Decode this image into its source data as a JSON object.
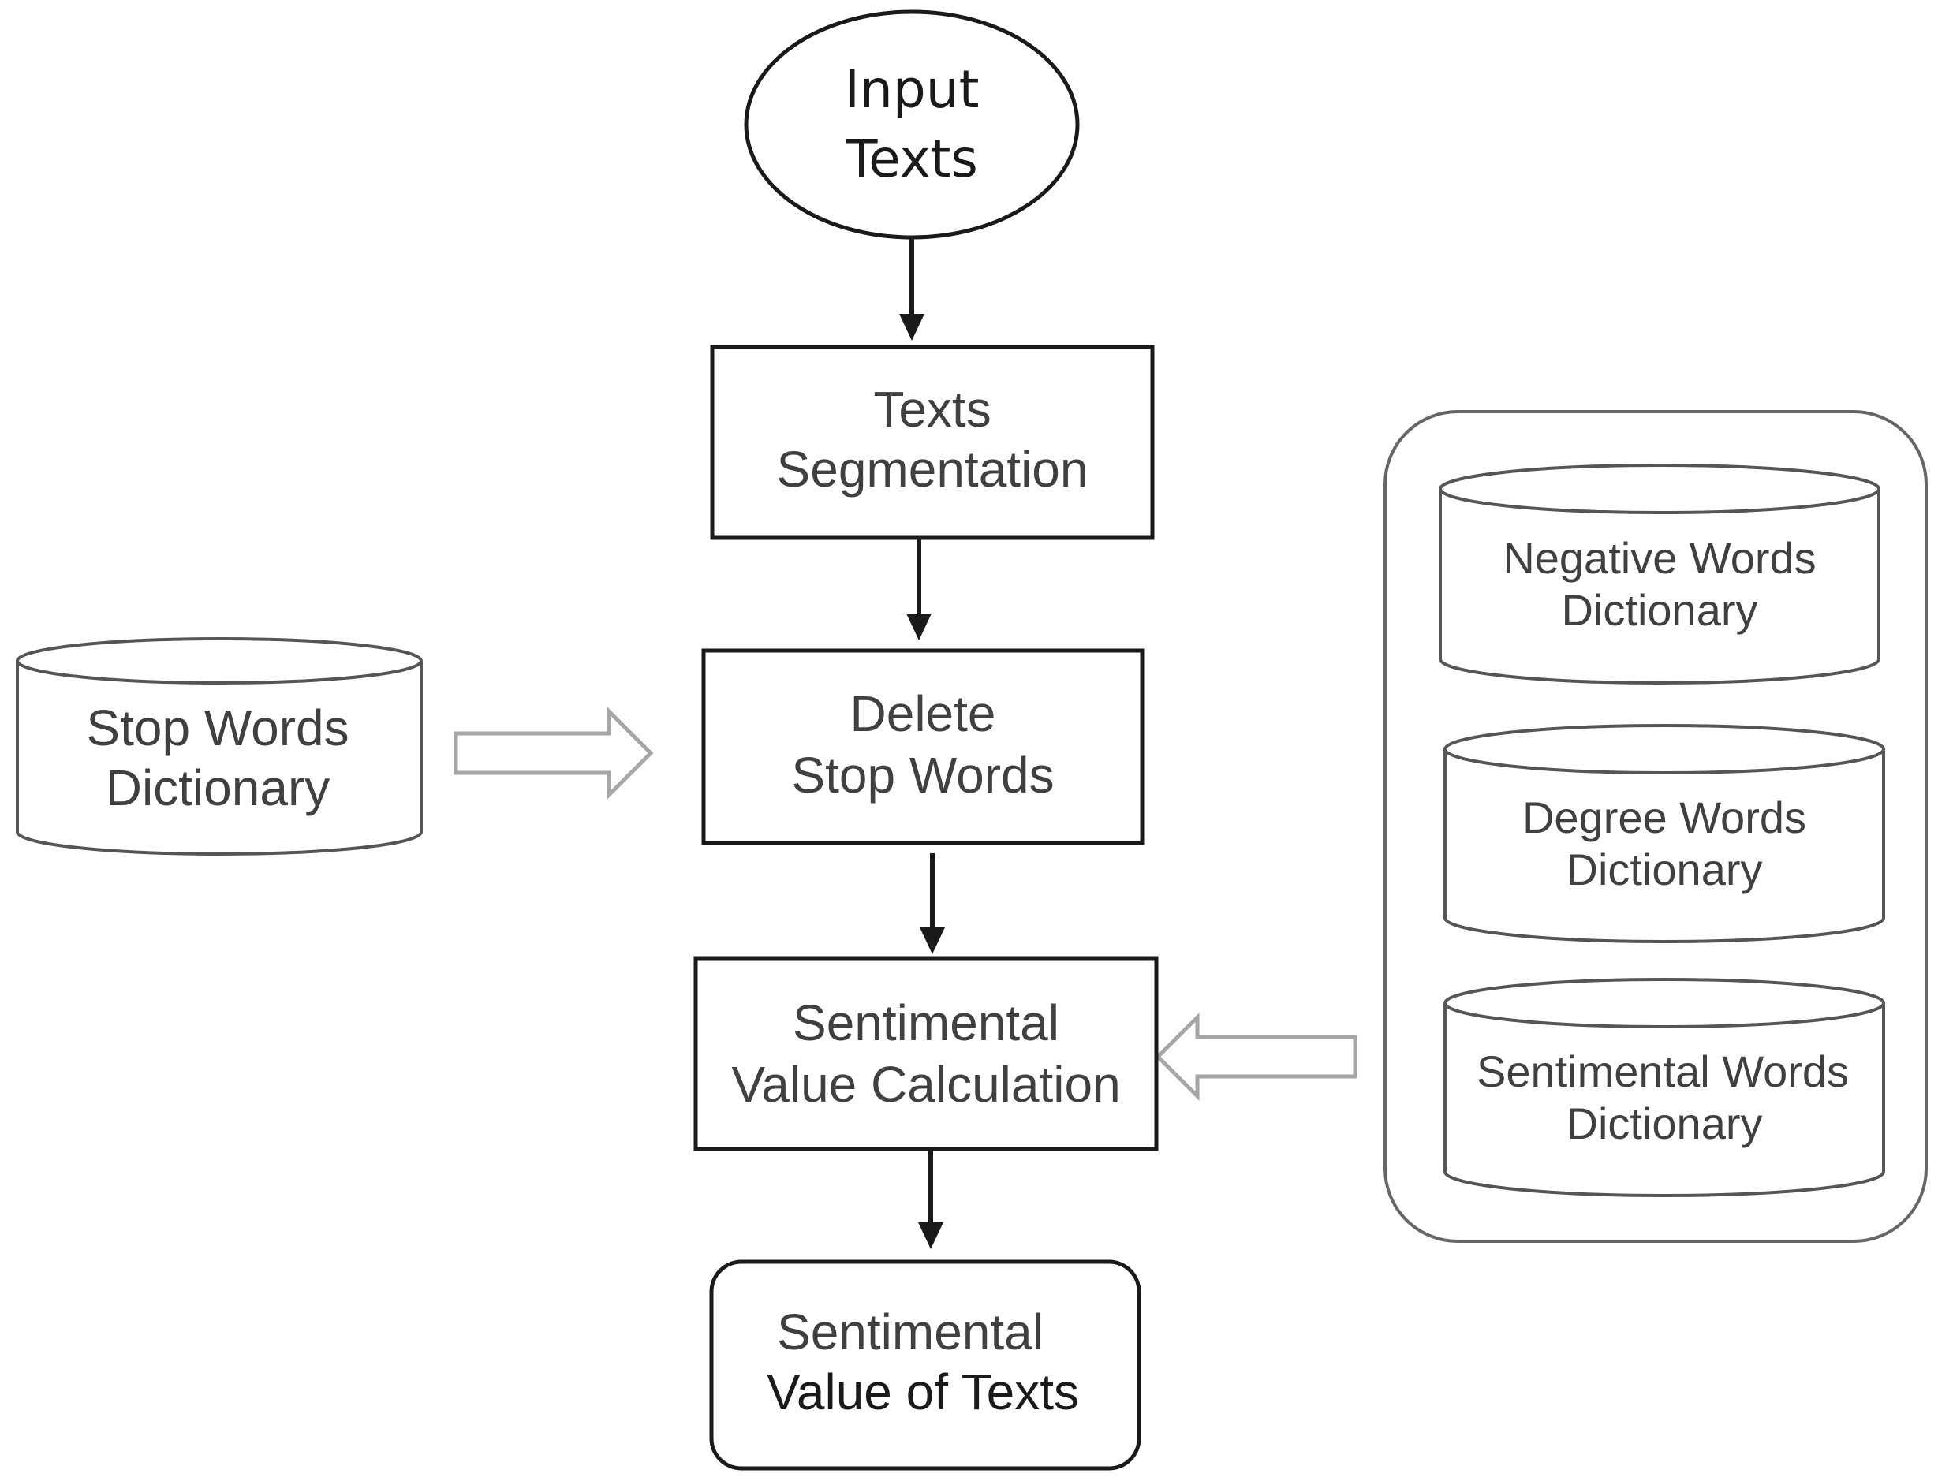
{
  "nodes": {
    "input": {
      "lines": [
        "Input",
        "Texts"
      ],
      "shape": "ellipse"
    },
    "segmentation": {
      "lines": [
        "Texts",
        "Segmentation"
      ],
      "shape": "rectangle"
    },
    "delete_stop_words": {
      "lines": [
        "Delete",
        "Stop Words"
      ],
      "shape": "rectangle"
    },
    "calculation": {
      "lines": [
        "Sentimental",
        "Value Calculation"
      ],
      "shape": "rectangle"
    },
    "output": {
      "lines": [
        "Sentimental",
        "Value of Texts"
      ],
      "shape": "rounded-rectangle"
    }
  },
  "dictionaries": {
    "stop_words": {
      "lines": [
        "Stop Words",
        "Dictionary"
      ],
      "shape": "cylinder"
    },
    "group": [
      {
        "lines": [
          "Negative Words",
          "Dictionary"
        ],
        "shape": "cylinder"
      },
      {
        "lines": [
          "Degree Words",
          "Dictionary"
        ],
        "shape": "cylinder"
      },
      {
        "lines": [
          "Sentimental Words",
          "Dictionary"
        ],
        "shape": "cylinder"
      }
    ]
  },
  "edges": [
    {
      "from": "input",
      "to": "segmentation",
      "style": "solid-arrow"
    },
    {
      "from": "segmentation",
      "to": "delete_stop_words",
      "style": "solid-arrow"
    },
    {
      "from": "delete_stop_words",
      "to": "calculation",
      "style": "solid-arrow"
    },
    {
      "from": "calculation",
      "to": "output",
      "style": "solid-arrow"
    },
    {
      "from": "stop_words",
      "to": "delete_stop_words",
      "style": "hollow-arrow"
    },
    {
      "from": "dictionary_group",
      "to": "calculation",
      "style": "hollow-arrow"
    }
  ],
  "colors": {
    "stroke": "#1a1a1a",
    "text": "#404040",
    "hollow_arrow": "#a6a6a6",
    "group_border": "#666666"
  }
}
